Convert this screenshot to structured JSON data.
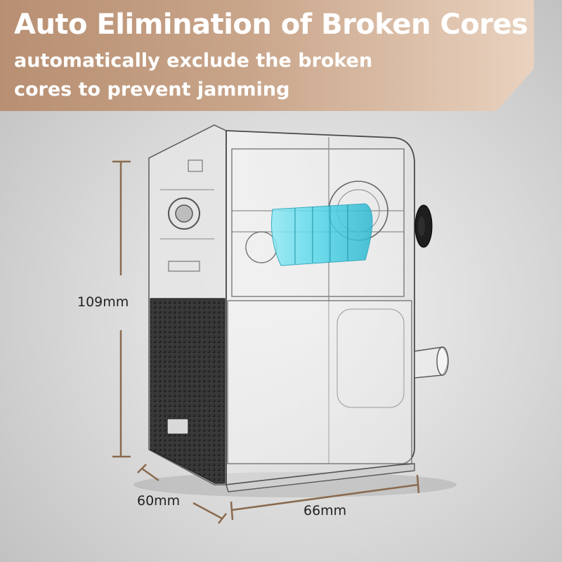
{
  "banner": {
    "headline": "Auto Elimination of Broken Cores",
    "subline_1": "automatically exclude the broken",
    "subline_2": "cores to prevent jamming",
    "color_start": "#b88f72",
    "color_end": "#e9d2bf"
  },
  "dimensions": {
    "height": "109mm",
    "depth": "60mm",
    "width": "66mm",
    "line_color": "#8a6a4f"
  },
  "product": {
    "core_highlight_color": "#52d6ea"
  }
}
